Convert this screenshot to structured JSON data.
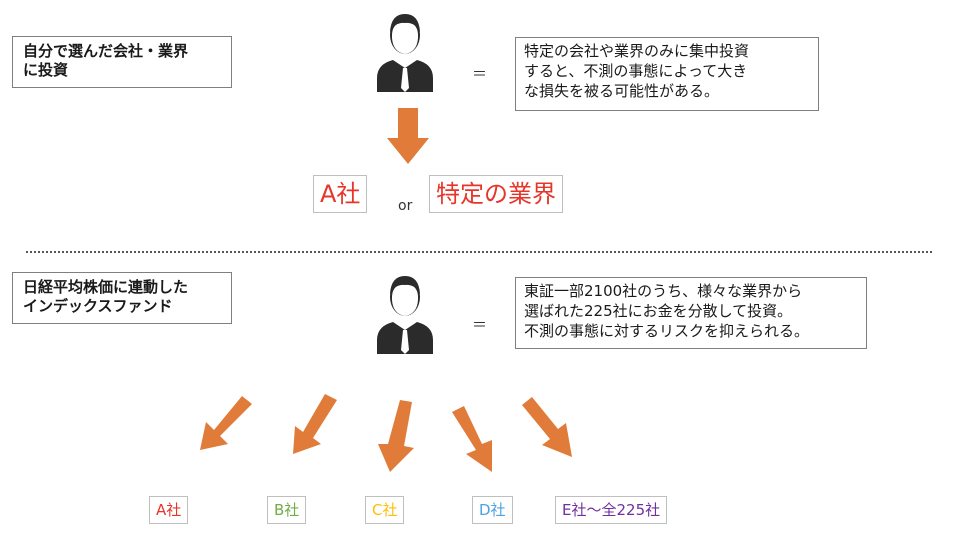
{
  "section1": {
    "label": "自分で選んだ会社・業界\nに投資",
    "equals": "＝",
    "description": "特定の会社や業界のみに集中投資\nすると、不測の事態によって大き\nな損失を被る可能性がある。",
    "option_a": "A社",
    "or": "or",
    "option_b": "特定の業界"
  },
  "section2": {
    "label": "日経平均株価に連動した\nインデックスファンド",
    "equals": "＝",
    "description": "東証一部2100社のうち、様々な業界から\n選ばれた225社にお金を分散して投資。\n不測の事態に対するリスクを抑えられる。",
    "companies": [
      {
        "label": "A社",
        "color": "#e8352a"
      },
      {
        "label": "B社",
        "color": "#70ad47"
      },
      {
        "label": "C社",
        "color": "#ffc000"
      },
      {
        "label": "D社",
        "color": "#4aa3df"
      },
      {
        "label": "E社～全225社",
        "color": "#7030a0"
      }
    ]
  },
  "colors": {
    "arrow": "#e07b39",
    "person": "#2b2b2b",
    "highlight": "#e8352a"
  }
}
